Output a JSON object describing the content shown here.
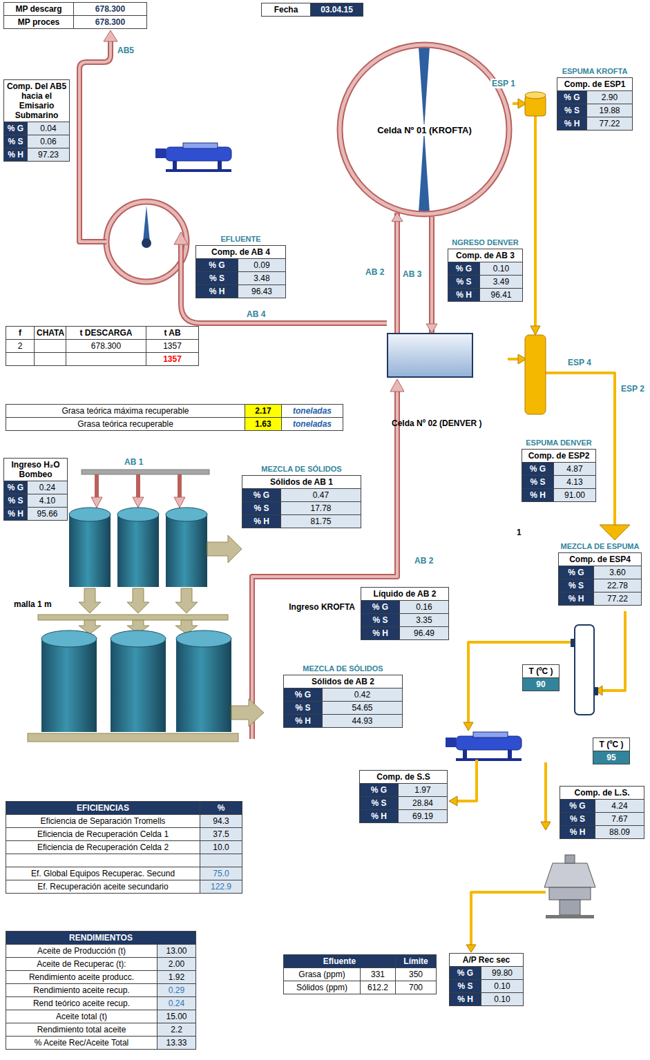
{
  "diagram": {
    "nodes": [
      {
        "text": [
          "MP descarg",
          "678.300",
          "MP proces",
          "678.300"
        ]
      },
      {
        "text": [
          "Fecha",
          "03.04.15"
        ]
      },
      {
        "text": [
          "Comp. Del AB5 hacia el Emisario Submarino",
          "% G",
          "0.04",
          "% S",
          "0.06",
          "% H",
          "97.23"
        ]
      },
      {
        "text": [
          "Celda Nº 01 (KROFTA)"
        ]
      },
      {
        "text": [
          "ESPUMA KROFTA",
          "Comp. de ESP1",
          "% G",
          "2.90",
          "% S",
          "19.88",
          "% H",
          "77.22"
        ]
      },
      {
        "text": [
          "EFLUENTE",
          "Comp. de AB 4",
          "% G",
          "0.09",
          "% S",
          "3.48",
          "% H",
          "96.43"
        ]
      },
      {
        "text": [
          "NGRESO DENVER",
          "Comp. de AB 3",
          "% G",
          "0.10",
          "% S",
          "3.49",
          "% H",
          "96.41"
        ]
      },
      {
        "text": [
          "f",
          "CHATA",
          "t DESCARGA",
          "t AB",
          "2",
          "678.300",
          "1357",
          "1357"
        ]
      },
      {
        "text": [
          "Celda Nº 02 (DENVER )"
        ]
      },
      {
        "text": [
          "Grasa teórica máxima recuperable",
          "2.17",
          "toneladas",
          "Grasa teórica recuperable",
          "1.63",
          "toneladas"
        ]
      },
      {
        "text": [
          "ESPUMA DENVER",
          "Comp. de ESP2",
          "% G",
          "4.87",
          "% S",
          "4.13",
          "% H",
          "91.00"
        ]
      },
      {
        "text": [
          "Ingreso H₂O Bombeo",
          "% G",
          "0.24",
          "% S",
          "4.10",
          "% H",
          "95.66"
        ]
      },
      {
        "text": [
          "MEZCLA DE SÓLIDOS",
          "Sólidos de AB 1",
          "% G",
          "0.47",
          "% S",
          "17.78",
          "% H",
          "81.75"
        ]
      },
      {
        "text": [
          "MEZCLA DE ESPUMA",
          "Comp. de ESP4",
          "% G",
          "3.60",
          "% S",
          "22.78",
          "% H",
          "77.22"
        ]
      },
      {
        "text": [
          "Ingreso KROFTA",
          "Líquido de AB 2",
          "% G",
          "0.16",
          "% S",
          "3.35",
          "% H",
          "96.49"
        ]
      },
      {
        "text": [
          "MEZCLA DE SÓLIDOS",
          "Sólidos de AB 2",
          "% G",
          "0.42",
          "% S",
          "54.65",
          "% H",
          "44.93"
        ]
      },
      {
        "text": [
          "T (ºC )",
          "90"
        ]
      },
      {
        "text": [
          "T (ºC )",
          "95"
        ]
      },
      {
        "text": [
          "Comp. de S.S",
          "% G",
          "1.97",
          "% S",
          "28.84",
          "% H",
          "69.19"
        ]
      },
      {
        "text": [
          "Comp. de L.S.",
          "% G",
          "4.24",
          "% S",
          "7.67",
          "% H",
          "88.09"
        ]
      },
      {
        "text": [
          "EFICIENCIAS",
          "%",
          "Eficiencia de Separación Tromells",
          "94.3",
          "Eficiencia de Recuperación Celda 1",
          "37.5",
          "Eficiencia de Recuperación Celda 2",
          "10.0",
          "Ef. Global Equipos Recuperac. Secund",
          "75.0",
          "Ef. Recuperación aceite secundario",
          "122.9"
        ]
      },
      {
        "text": [
          "A/P Rec sec",
          "% G",
          "99.80",
          "% S",
          "0.10",
          "% H",
          "0.10"
        ]
      },
      {
        "text": [
          "RENDIMIENTOS",
          "Aceite de Producción (t)",
          "13.00",
          "Aceite de Recuperac (t):",
          "2.00",
          "Rendimiento aceite producc.",
          "1.92",
          "Rendimiento aceite recup.",
          "0.29",
          "Rend teórico aceite recup.",
          "0.24",
          "Aceite total (t)",
          "15.00",
          "Rendimiento total aceite",
          "2.2",
          "% Aceite Rec/Aceite Total",
          "13.33"
        ]
      },
      {
        "text": [
          "Efluente",
          "Límite",
          "Grasa (ppm)",
          "331",
          "350",
          "Sólidos (ppm)",
          "612.2",
          "700"
        ]
      }
    ],
    "edges": [
      {
        "from": 8,
        "to": 3,
        "label": "AB 2",
        "arrow": "to"
      },
      {
        "from": 3,
        "to": 8,
        "label": "AB 3",
        "arrow": "to"
      }
    ],
    "labels": [
      "AB5",
      "AB 4",
      "AB 1",
      "AB 2",
      "ESP 1",
      "ESP 4",
      "ESP 2",
      "1",
      "malla 1 m"
    ]
  }
}
